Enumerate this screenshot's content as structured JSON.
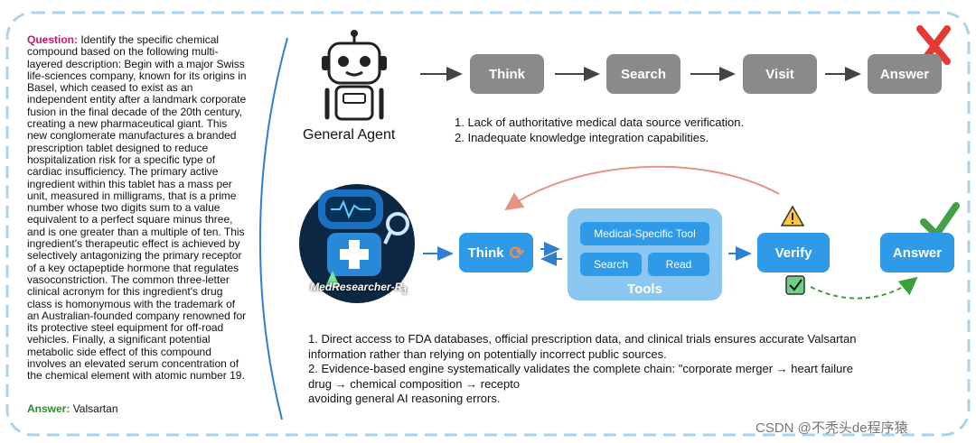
{
  "left_panel": {
    "question_label": "Question:",
    "question_text": "Identify the specific chemical compound based on the following multi-layered description: Begin with a major Swiss life-sciences company, known for its origins in Basel, which ceased to exist as an independent entity after a landmark corporate fusion in the final decade of the 20th century, creating a new pharmaceutical giant. This new conglomerate manufactures a branded prescription tablet designed to reduce hospitalization risk for a specific type of cardiac insufficiency. The primary active ingredient within this tablet has a mass per unit, measured in milligrams, that is a prime number whose two digits sum to a value equivalent to a perfect square minus three, and is one greater than a multiple of ten. This ingredient's therapeutic effect is achieved by selectively antagonizing the primary receptor of a key octapeptide hormone that regulates vasoconstriction. The common three-letter clinical acronym for this ingredient's drug class is homonymous with the trademark of an Australian-founded company renowned for its protective steel equipment for off-road vehicles. Finally, a significant potential metabolic side effect of this compound involves an elevated serum concentration of the chemical element with atomic number 19.",
    "answer_label": "Answer:",
    "answer_text": "Valsartan"
  },
  "general_agent": {
    "label": "General Agent",
    "steps": [
      "Think",
      "Search",
      "Visit",
      "Answer"
    ],
    "issues": [
      "1.  Lack of authoritative medical data source verification.",
      "2.  Inadequate knowledge integration capabilities."
    ]
  },
  "med_agent": {
    "logo_text": "MedResearcher-R",
    "logo_subscript": "1",
    "think_label": "Think",
    "tools_title": "Tools",
    "tool_medical": "Medical-Specific Tool",
    "tool_search": "Search",
    "tool_read": "Read",
    "verify_label": "Verify",
    "answer_label": "Answer",
    "notes": [
      "1. Direct access to FDA databases, official prescription data, and clinical trials ensures accurate Valsartan",
      "information rather than relying on potentially incorrect public sources.",
      "2. Evidence-based engine systematically validates the complete chain: \"corporate merger → heart failure",
      "drug → chemical composition → recepto",
      "avoiding general AI reasoning errors."
    ]
  },
  "watermark": "CSDN @不秃头de程序猿",
  "colors": {
    "frame": "#a9d3ef",
    "gray_box": "#8a8a8a",
    "blue_box": "#2f9ae8",
    "tools_panel": "#8cc7f2",
    "question_label": "#c2186b",
    "answer_label": "#2e8b2e",
    "cross": "#e53935",
    "check": "#43a047",
    "feedback_arrow": "#e8937f"
  },
  "icons": [
    "robot-icon",
    "researcher-robot-icon",
    "cross-icon",
    "check-icon",
    "warning-icon",
    "checkbox-icon",
    "refresh-icon"
  ]
}
